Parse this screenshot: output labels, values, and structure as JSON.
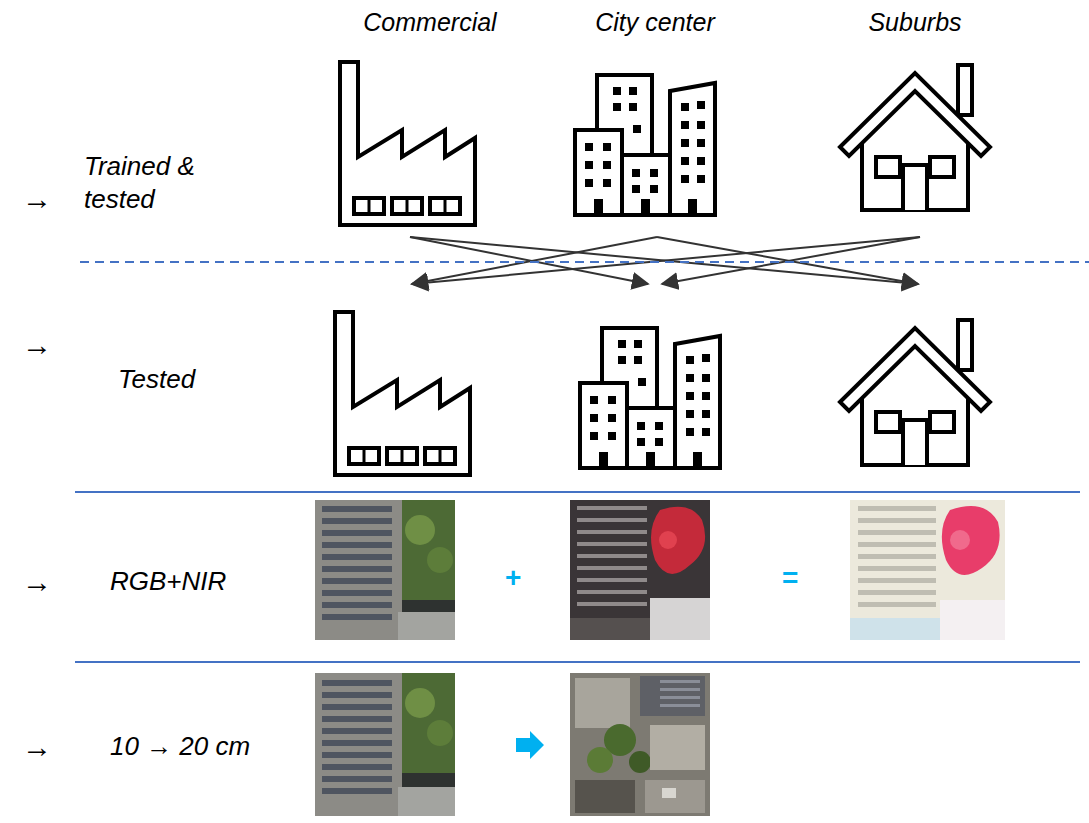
{
  "diagram": {
    "nodes": [
      {
        "text": [
          "Commercial"
        ]
      },
      {
        "text": [
          "City center"
        ]
      },
      {
        "text": [
          "Suburbs"
        ]
      }
    ],
    "labels": [
      "→",
      "Trained & tested",
      "→",
      "Tested",
      "→",
      "RGB+NIR",
      "+",
      "=",
      "→",
      "10 → 20 cm"
    ]
  }
}
